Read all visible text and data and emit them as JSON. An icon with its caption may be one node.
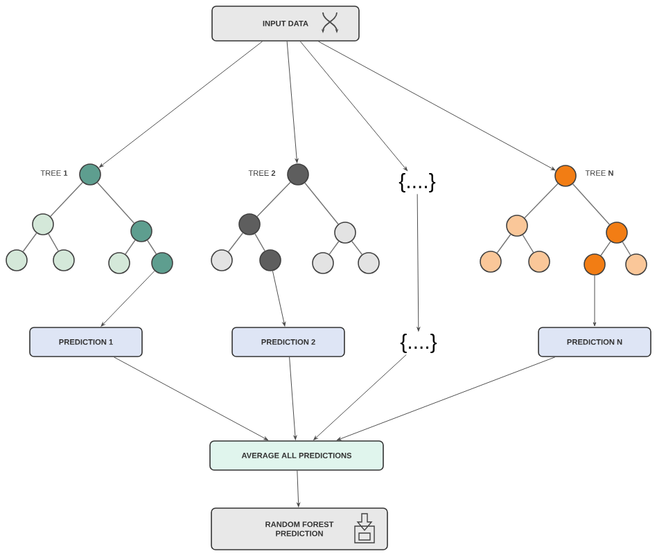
{
  "diagram": {
    "nodes": [
      {
        "text": [
          "INPUT DATA"
        ]
      },
      {
        "text": [],
        "shape": "circle",
        "beside": [
          "TREE **1**"
        ]
      },
      {
        "text": [],
        "shape": "circle"
      },
      {
        "text": [],
        "shape": "circle"
      },
      {
        "text": [],
        "shape": "circle"
      },
      {
        "text": [],
        "shape": "circle"
      },
      {
        "text": [],
        "shape": "circle"
      },
      {
        "text": [],
        "shape": "circle"
      },
      {
        "text": [],
        "shape": "circle",
        "beside": [
          "TREE **2**"
        ]
      },
      {
        "text": [],
        "shape": "circle"
      },
      {
        "text": [],
        "shape": "circle"
      },
      {
        "text": [],
        "shape": "circle"
      },
      {
        "text": [],
        "shape": "circle"
      },
      {
        "text": [],
        "shape": "circle"
      },
      {
        "text": [],
        "shape": "circle"
      },
      {
        "text": [
          "{....}"
        ]
      },
      {
        "text": [],
        "shape": "circle",
        "beside": [
          "TREE **N**"
        ]
      },
      {
        "text": [],
        "shape": "circle"
      },
      {
        "text": [],
        "shape": "circle"
      },
      {
        "text": [],
        "shape": "circle"
      },
      {
        "text": [],
        "shape": "circle"
      },
      {
        "text": [],
        "shape": "circle"
      },
      {
        "text": [],
        "shape": "circle"
      },
      {
        "text": [
          "PREDICTION **1**"
        ]
      },
      {
        "text": [
          "PREDICTION **2**"
        ]
      },
      {
        "text": [
          "{....}"
        ]
      },
      {
        "text": [
          "PREDICTION **N**"
        ]
      },
      {
        "text": [
          "AVERAGE ALL PREDICTIONS"
        ]
      },
      {
        "text": [
          "RANDOM FOREST PREDICTION"
        ]
      }
    ],
    "edges": [
      {
        "from": 0,
        "to": 1,
        "arrow": "to"
      },
      {
        "from": 0,
        "to": 8,
        "arrow": "to"
      },
      {
        "from": 0,
        "to": 15,
        "arrow": "to"
      },
      {
        "from": 0,
        "to": 16,
        "arrow": "to"
      },
      {
        "from": 1,
        "to": 2,
        "arrow": "none"
      },
      {
        "from": 1,
        "to": 3,
        "arrow": "none"
      },
      {
        "from": 2,
        "to": 4,
        "arrow": "none"
      },
      {
        "from": 2,
        "to": 5,
        "arrow": "none"
      },
      {
        "from": 3,
        "to": 6,
        "arrow": "none"
      },
      {
        "from": 3,
        "to": 7,
        "arrow": "none"
      },
      {
        "from": 8,
        "to": 9,
        "arrow": "none"
      },
      {
        "from": 8,
        "to": 10,
        "arrow": "none"
      },
      {
        "from": 9,
        "to": 11,
        "arrow": "none"
      },
      {
        "from": 9,
        "to": 12,
        "arrow": "none"
      },
      {
        "from": 10,
        "to": 13,
        "arrow": "none"
      },
      {
        "from": 10,
        "to": 14,
        "arrow": "none"
      },
      {
        "from": 16,
        "to": 17,
        "arrow": "none"
      },
      {
        "from": 16,
        "to": 18,
        "arrow": "none"
      },
      {
        "from": 17,
        "to": 19,
        "arrow": "none"
      },
      {
        "from": 17,
        "to": 20,
        "arrow": "none"
      },
      {
        "from": 18,
        "to": 21,
        "arrow": "none"
      },
      {
        "from": 18,
        "to": 22,
        "arrow": "none"
      },
      {
        "from": 7,
        "to": 23,
        "arrow": "to"
      },
      {
        "from": 12,
        "to": 24,
        "arrow": "to"
      },
      {
        "from": 15,
        "to": 25,
        "arrow": "to"
      },
      {
        "from": 21,
        "to": 26,
        "arrow": "to"
      },
      {
        "from": 23,
        "to": 27,
        "arrow": "to"
      },
      {
        "from": 24,
        "to": 27,
        "arrow": "to"
      },
      {
        "from": 25,
        "to": 27,
        "arrow": "to"
      },
      {
        "from": 26,
        "to": 27,
        "arrow": "to"
      },
      {
        "from": 27,
        "to": 28,
        "arrow": "to"
      }
    ]
  }
}
